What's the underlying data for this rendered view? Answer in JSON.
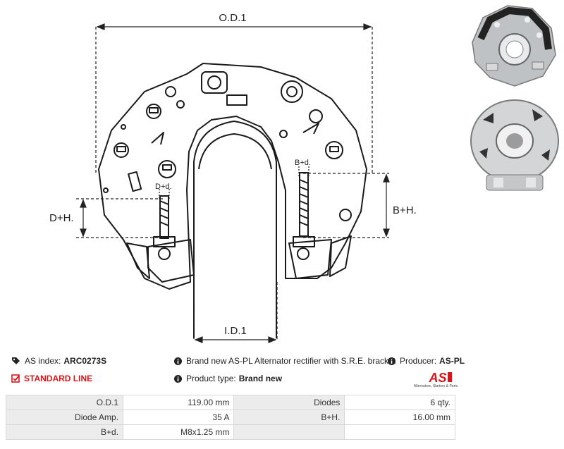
{
  "dimensions": {
    "od": "O.D.1",
    "id": "I.D.1",
    "dh": "D+H.",
    "bh": "B+H.",
    "bd": "B+d.",
    "dd": "D+d."
  },
  "info": {
    "index_label": "AS index:",
    "index_value": "ARC0273S",
    "line_label": "STANDARD LINE",
    "description": "Brand new AS-PL Alternator rectifier with S.R.E. bracket",
    "type_label": "Product type:",
    "type_value": "Brand new",
    "producer_label": "Producer:",
    "producer_value": "AS-PL"
  },
  "logo": {
    "text": "AS",
    "tagline": "Alternators, Starters & Parts",
    "accent": "#d9151b"
  },
  "specs": [
    {
      "label": "O.D.1",
      "value": "119.00 mm",
      "label2": "Diodes",
      "value2": "6 qty."
    },
    {
      "label": "Diode Amp.",
      "value": "35 A",
      "label2": "B+H.",
      "value2": "16.00 mm"
    },
    {
      "label": "B+d.",
      "value": "M8x1.25 mm",
      "label2": "",
      "value2": ""
    }
  ],
  "icons": {
    "index": "tag-icon",
    "line": "check-box-icon",
    "description": "info-icon",
    "type": "info-icon",
    "producer": "info-icon"
  }
}
